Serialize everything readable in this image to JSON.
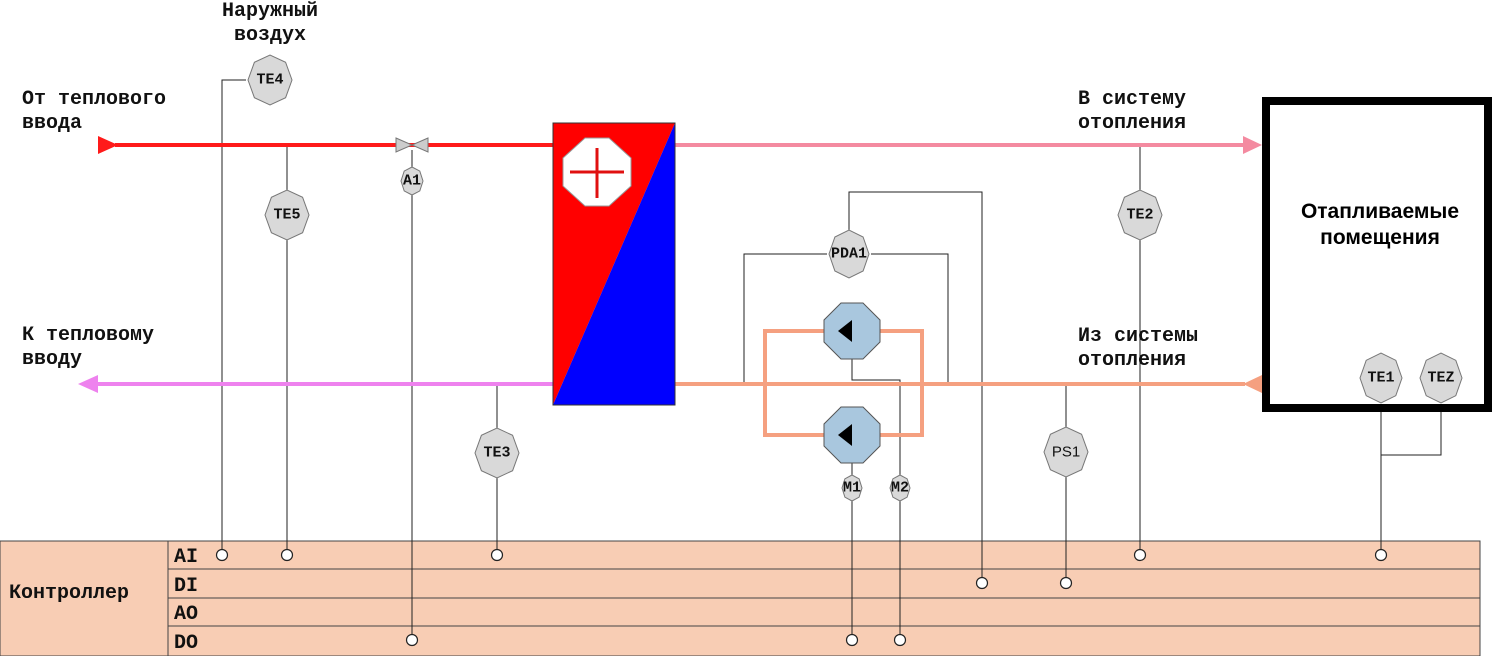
{
  "labels": {
    "outdoor_air": [
      "Наружный",
      "воздух"
    ],
    "from_heat_input": [
      "От теплового",
      "ввода"
    ],
    "to_heat_input": [
      "К тепловому",
      "вводу"
    ],
    "to_heating_system": [
      "В систему",
      "отопления"
    ],
    "from_heating_system": [
      "Из системы",
      "отопления"
    ],
    "heated_rooms": [
      "Отапливаемые",
      "помещения"
    ]
  },
  "sensors": {
    "te4": "TE4",
    "te5": "TE5",
    "a1": "A1",
    "te3": "TE3",
    "pda1": "PDA1",
    "te2": "TE2",
    "ps1": "PS1",
    "te1": "TE1",
    "tez": "TEZ",
    "m1": "M1",
    "m2": "M2"
  },
  "controller": {
    "title": "Контроллер",
    "rows": [
      "AI",
      "DI",
      "AO",
      "DO"
    ]
  },
  "colors": {
    "supply_hot": "#ff1a1a",
    "supply_secondary": "#f48aa0",
    "return_primary": "#ee82ee",
    "return_secondary": "#f5a080",
    "pump": "#a9c7de",
    "controller_bg": "#f8cdb4"
  }
}
